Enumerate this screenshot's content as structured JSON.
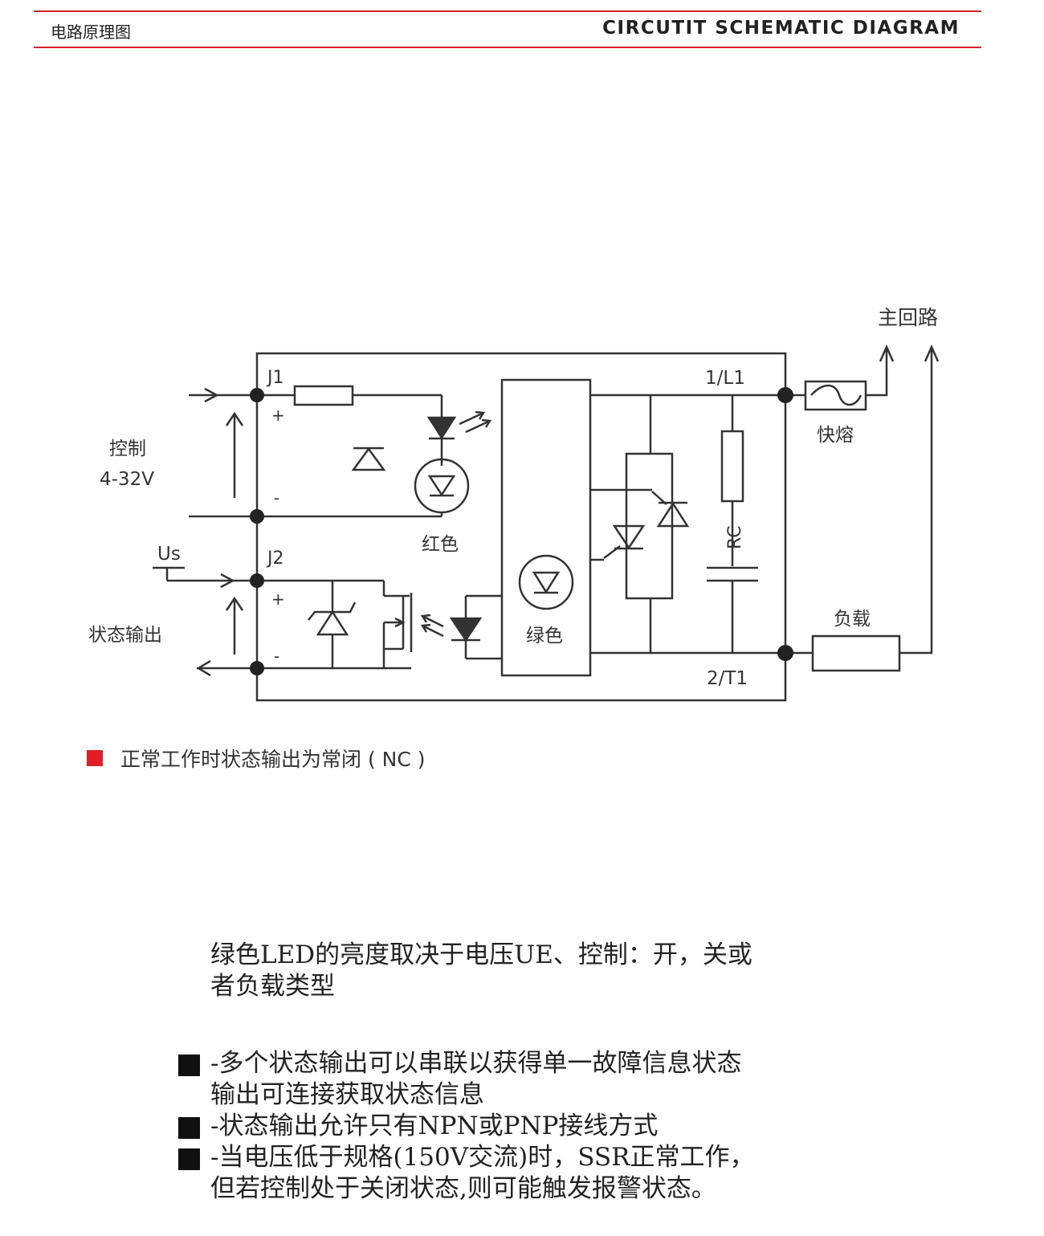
{
  "header": {
    "left_title": "电路原理图",
    "right_title": "CIRCUTIT SCHEMATIC DIAGRAM",
    "accent_color": "#d6232a"
  },
  "diagram": {
    "labels": {
      "main_circuit": "主回路",
      "j1": "J1",
      "j2": "J2",
      "l1": "1/L1",
      "t1": "2/T1",
      "fast_fuse": "快熔",
      "control": "控制",
      "control_voltage": "4-32V",
      "us": "Us",
      "status_output": "状态输出",
      "red": "红色",
      "green": "绿色",
      "rc": "RC",
      "load": "负载",
      "plus_top": "+",
      "minus_top": "-",
      "plus_bottom": "+",
      "minus_bottom": "-"
    }
  },
  "note": {
    "text": "正常工作时状态输出为常闭 ( NC )",
    "marker_color": "#e01e25"
  },
  "description": {
    "line1": "绿色LED的亮度取决于电压UE、控制：开，关或",
    "line2": "者负载类型"
  },
  "bullets": [
    {
      "line1": "-多个状态输出可以串联以获得单一故障信息状态",
      "line2": "输出可连接获取状态信息"
    },
    {
      "line1": "-状态输出允许只有NPN或PNP接线方式",
      "line2": ""
    },
    {
      "line1": "-当电压低于规格(150V交流)时，SSR正常工作，",
      "line2": "但若控制处于关闭状态,则可能触发报警状态。"
    }
  ]
}
